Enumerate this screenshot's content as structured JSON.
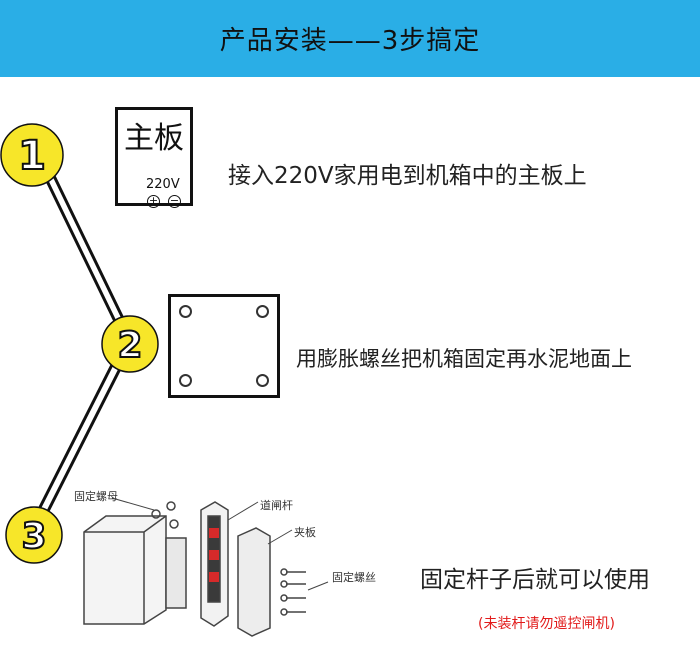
{
  "header": {
    "title": "产品安装——3步搞定",
    "bg_color": "#2aaee6"
  },
  "steps": [
    {
      "number": "1",
      "text": "接入220V家用电到机箱中的主板上"
    },
    {
      "number": "2",
      "text": "用膨胀螺丝把机箱固定再水泥地面上"
    },
    {
      "number": "3",
      "text": "固定杆子后就可以使用"
    }
  ],
  "board": {
    "title": "主板",
    "voltage": "220V",
    "plus": "+",
    "minus": "−"
  },
  "parts": {
    "nut": "固定螺母",
    "pole": "道闸杆",
    "clamp": "夹板",
    "screw": "固定螺丝"
  },
  "warning": "(未装杆请勿遥控闸机)",
  "colors": {
    "step_badge": "#f7e629",
    "warning": "#e21b1b"
  }
}
